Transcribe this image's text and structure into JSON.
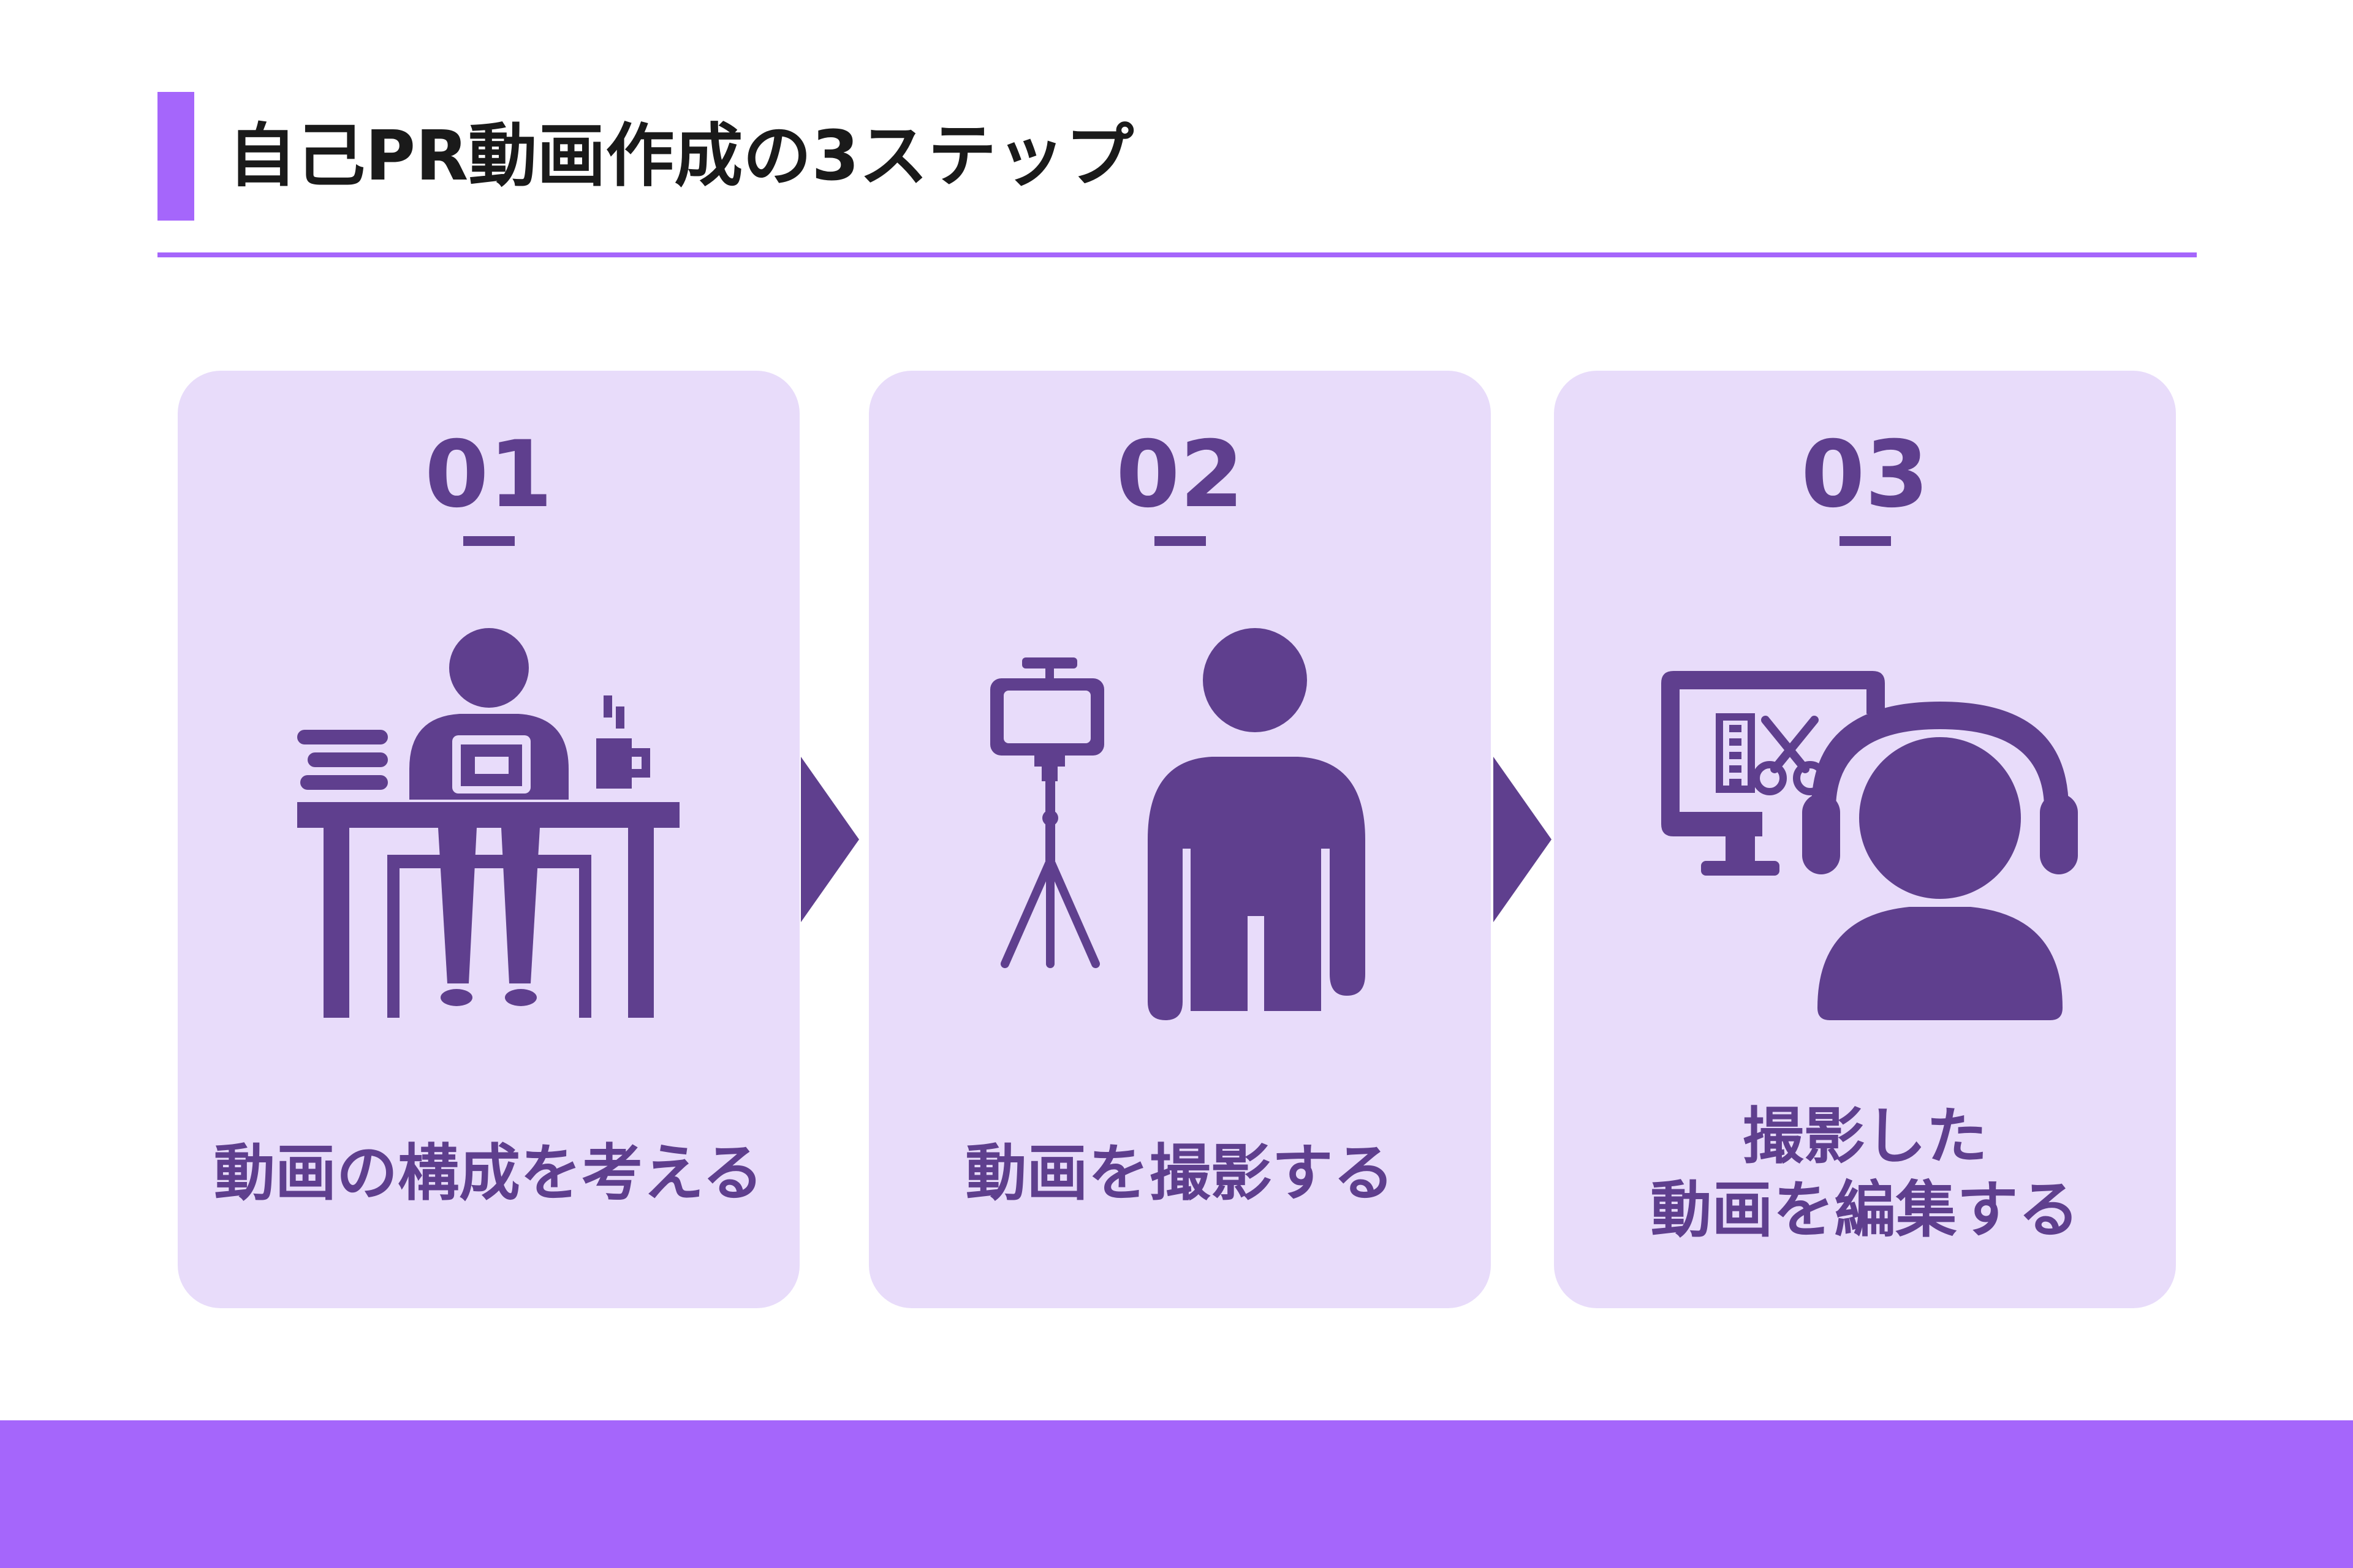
{
  "title": "自己PR動画作成の3ステップ",
  "colors": {
    "accent": "#a566fb",
    "card_background": "#e8dcfa",
    "icon_and_text": "#5f3f8e",
    "title_text": "#1a1a1a"
  },
  "steps": [
    {
      "number": "01",
      "label": "動画の構成を考える",
      "icon": "person-at-desk-with-laptop-icon"
    },
    {
      "number": "02",
      "label": "動画を撮影する",
      "icon": "person-with-phone-tripod-icon"
    },
    {
      "number": "03",
      "label": "撮影した\n動画を編集する",
      "icon": "headphones-video-editing-monitor-icon"
    }
  ],
  "connectors": [
    "chevron-right-icon",
    "chevron-right-icon"
  ]
}
